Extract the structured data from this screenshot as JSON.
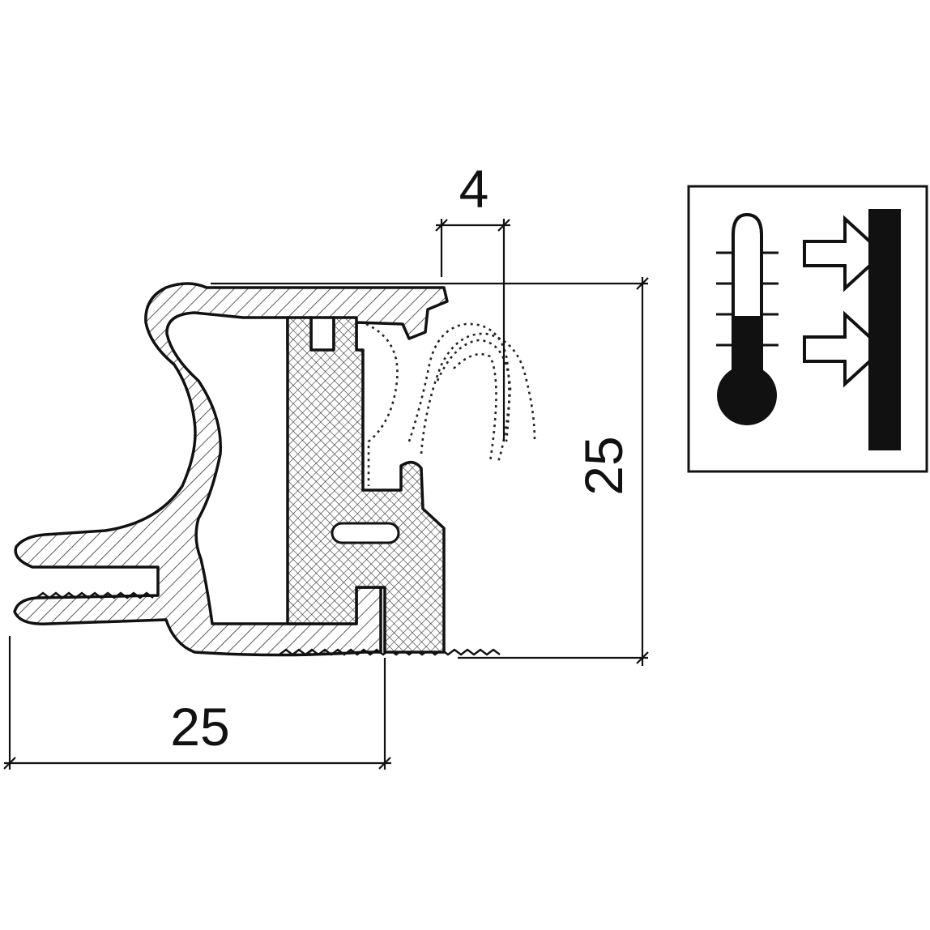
{
  "dimensions": {
    "top_gap": "4",
    "height": "25",
    "width": "25"
  },
  "colors": {
    "ink": "#111111",
    "paper": "#ffffff",
    "hatch": "#333333"
  },
  "icons": [
    "thermometer-icon",
    "heat-arrow-icon",
    "heat-arrow-icon",
    "wall-icon"
  ]
}
